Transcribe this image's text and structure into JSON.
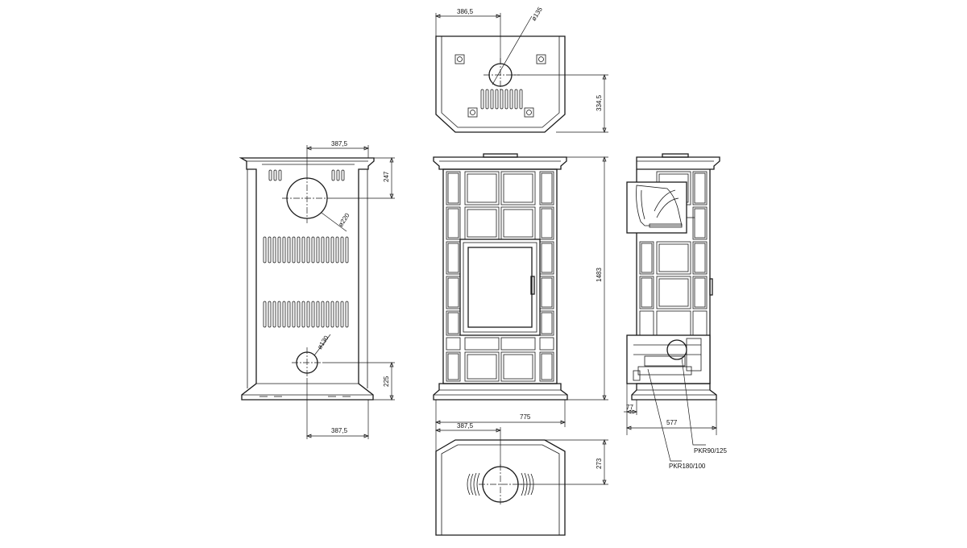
{
  "dimensions": {
    "top_view_offset": "386,5",
    "top_view_flue": "ø135",
    "top_view_depth": "334,5",
    "back_top_offset": "387,5",
    "back_top_height": "247",
    "back_flue_large": "ø220",
    "back_air_inlet": "ø130",
    "back_bottom_height": "225",
    "back_bottom_offset": "387,5",
    "front_height": "1483",
    "front_width": "775",
    "bottom_offset": "387,5",
    "bottom_depth": "273",
    "side_depth": "577",
    "side_front_offset": "77"
  },
  "parts": {
    "part_a": "PKR90/125",
    "part_b": "PKR180/100"
  }
}
